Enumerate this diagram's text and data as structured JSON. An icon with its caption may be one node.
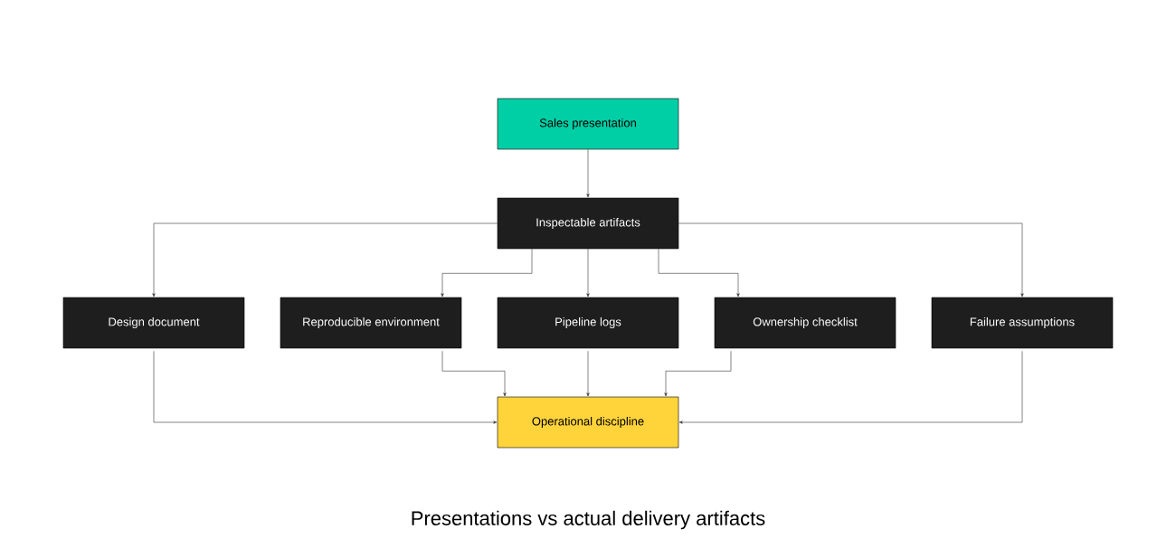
{
  "diagram": {
    "caption": "Presentations vs actual delivery artifacts",
    "nodes": [
      {
        "text": [
          "Sales presentation"
        ]
      },
      {
        "text": [
          "Inspectable artifacts"
        ]
      },
      {
        "text": [
          "Design document"
        ]
      },
      {
        "text": [
          "Reproducible environment"
        ]
      },
      {
        "text": [
          "Pipeline logs"
        ]
      },
      {
        "text": [
          "Ownership checklist"
        ]
      },
      {
        "text": [
          "Failure assumptions"
        ]
      },
      {
        "text": [
          "Operational discipline"
        ]
      }
    ],
    "edges": [
      {
        "from": 0,
        "to": 1,
        "arrow": "to"
      },
      {
        "from": 1,
        "to": 2,
        "arrow": "to"
      },
      {
        "from": 1,
        "to": 3,
        "arrow": "to"
      },
      {
        "from": 1,
        "to": 4,
        "arrow": "to"
      },
      {
        "from": 1,
        "to": 5,
        "arrow": "to"
      },
      {
        "from": 1,
        "to": 6,
        "arrow": "to"
      },
      {
        "from": 2,
        "to": 7,
        "arrow": "to"
      },
      {
        "from": 3,
        "to": 7,
        "arrow": "to"
      },
      {
        "from": 4,
        "to": 7,
        "arrow": "to"
      },
      {
        "from": 5,
        "to": 7,
        "arrow": "to"
      },
      {
        "from": 6,
        "to": 7,
        "arrow": "to"
      }
    ]
  }
}
